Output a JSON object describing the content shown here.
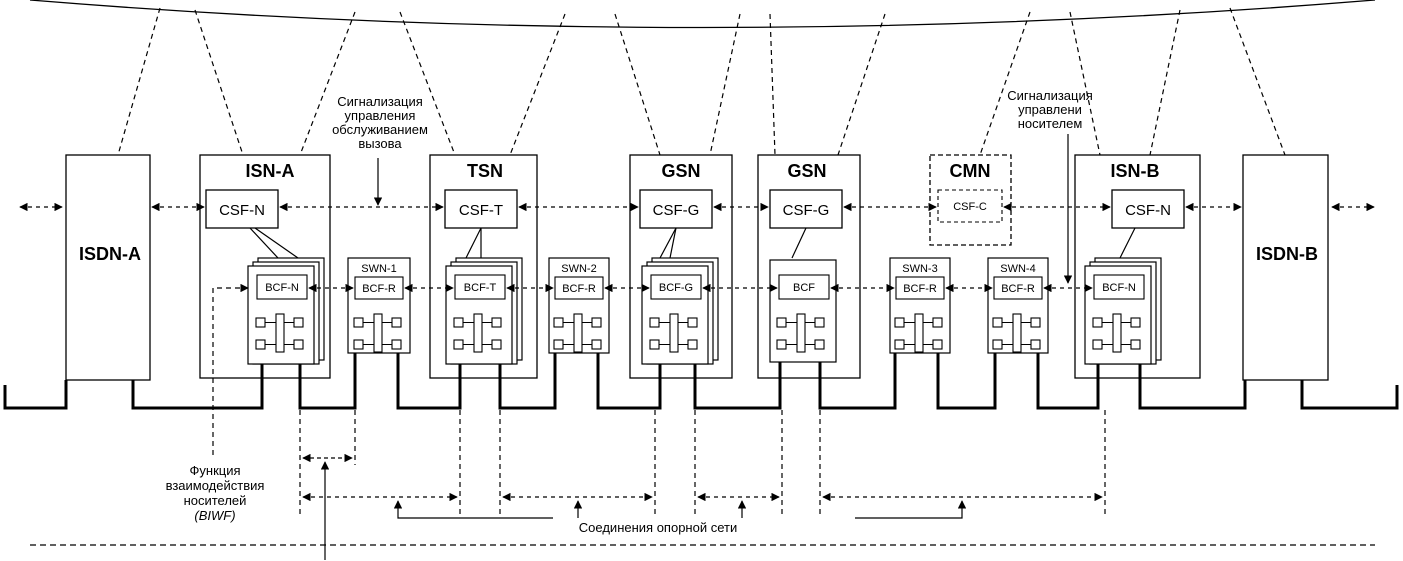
{
  "nodes": {
    "isdn_a": "ISDN-A",
    "isdn_b": "ISDN-B",
    "isn_a": "ISN-A",
    "tsn": "TSN",
    "gsn1": "GSN",
    "gsn2": "GSN",
    "cmn": "CMN",
    "isn_b": "ISN-B"
  },
  "csf": {
    "isn_a": "CSF-N",
    "tsn": "CSF-T",
    "gsn1": "CSF-G",
    "gsn2": "CSF-G",
    "cmn": "CSF-C",
    "isn_b": "CSF-N"
  },
  "bcf": {
    "isn_a": "BCF-N",
    "swn1": "BCF-R",
    "tsn": "BCF-T",
    "swn2": "BCF-R",
    "gsn1": "BCF-G",
    "gsn2": "BCF",
    "swn3": "BCF-R",
    "swn4": "BCF-R",
    "isn_b": "BCF-N"
  },
  "swn": {
    "swn1": "SWN-1",
    "swn2": "SWN-2",
    "swn3": "SWN-3",
    "swn4": "SWN-4"
  },
  "annotations": {
    "call_control": [
      "Сигнализация",
      "управления",
      "обслуживанием",
      "вызова"
    ],
    "bearer_control": [
      "Сигнализация",
      "управлени",
      "носителем"
    ],
    "biwf": [
      "Функция",
      "взаимодействия",
      "носителей",
      "(BIWF)"
    ],
    "backbone": "Соединения  опорной сети"
  }
}
